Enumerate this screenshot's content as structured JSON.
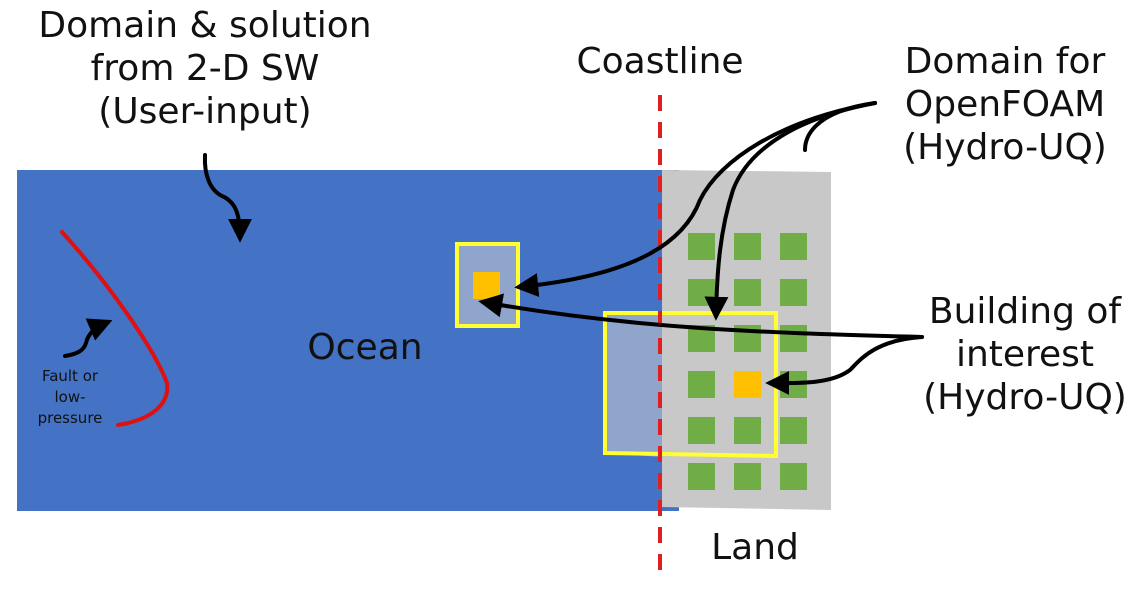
{
  "labels": {
    "swe_domain": [
      "Domain & solution",
      "from 2-D SW",
      "(User-input)"
    ],
    "coastline": "Coastline",
    "openfoam_domain": [
      "Domain for",
      "OpenFOAM",
      "(Hydro-UQ)"
    ],
    "building": [
      "Building of",
      "interest",
      "(Hydro-UQ)"
    ],
    "ocean": "Ocean",
    "land": "Land",
    "fault": [
      "Fault or",
      "low-",
      "pressure"
    ]
  },
  "colors": {
    "ocean": "#4472c4",
    "land": "#c8c8c8",
    "subdomain_fill": "#8fa5cc",
    "subdomain_border": "#ffff33",
    "building_green": "#70ad47",
    "building_orange": "#ffc000",
    "coastline": "#e02020",
    "fault": "#e01010",
    "arrow": "#000000"
  }
}
